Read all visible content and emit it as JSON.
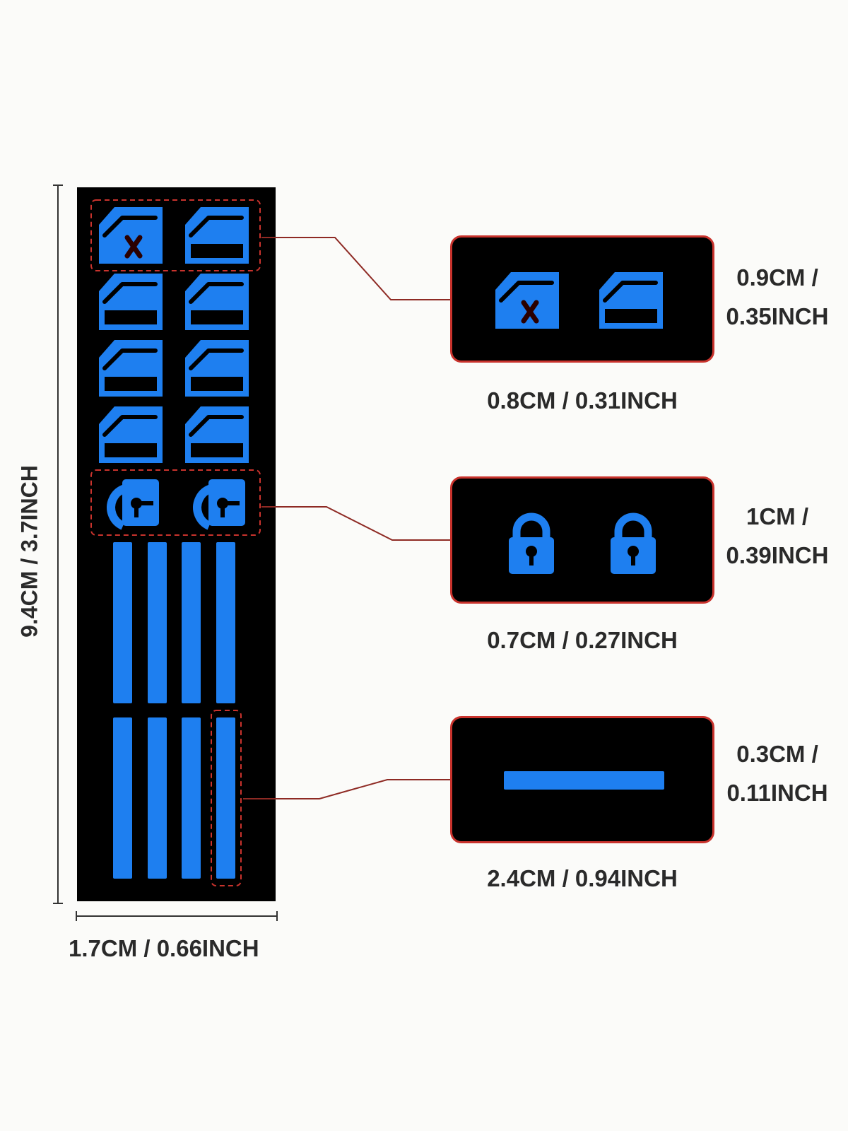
{
  "colors": {
    "icon_blue": "#1e7ff0",
    "sheet": "#000000",
    "highlight_red": "#c9332d",
    "leader": "#8e2a24",
    "text": "#2a2a2a"
  },
  "dimensions": {
    "sheet_height": "9.4CM / 3.7INCH",
    "sheet_width": "1.7CM / 0.66INCH"
  },
  "callouts": [
    {
      "name": "window-button",
      "height_line1": "0.9CM /",
      "height_line2": "0.35INCH",
      "width": "0.8CM / 0.31INCH",
      "icons": [
        "window-lock-icon",
        "window-icon"
      ]
    },
    {
      "name": "door-lock",
      "height_line1": "1CM /",
      "height_line2": "0.39INCH",
      "width": "0.7CM / 0.27INCH",
      "icons": [
        "padlock-icon",
        "padlock-icon"
      ]
    },
    {
      "name": "strip",
      "height_line1": "0.3CM /",
      "height_line2": "0.11INCH",
      "width": "2.4CM / 0.94INCH",
      "icons": [
        "strip-bar"
      ]
    }
  ]
}
